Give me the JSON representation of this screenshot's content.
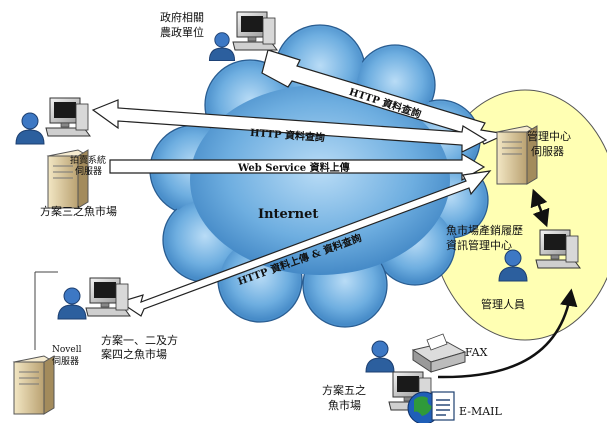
{
  "cloud_label": "Internet",
  "nodes": {
    "gov": {
      "line1": "政府相關",
      "line2": "農政單位"
    },
    "fish_market_3": {
      "label": "方案三之魚市場",
      "server_line1": "拍賣系統",
      "server_line2": "伺服器"
    },
    "fish_market_124": {
      "line1": "方案一、二及方",
      "line2": "案四之魚市場",
      "server_line1": "Novell",
      "server_line2": "伺服器"
    },
    "center": {
      "server_line1": "管理中心",
      "server_line2": "伺服器",
      "name_line1": "魚市場產銷履歷",
      "name_line2": "資訊管理中心",
      "admin": "管理人員"
    },
    "fish_market_5": {
      "line1": "方案五之",
      "line2": "魚市場",
      "fax": "FAX",
      "email": "E-MAIL"
    }
  },
  "links": {
    "gov_http_query": "HTTP 資料查詢",
    "m3_http_query": "HTTP 資料查詢",
    "m3_webservice_upload": "Web Service 資料上傳",
    "m124_http_upload_query": "HTTP 資料上傳 & 資料查詢"
  },
  "colors": {
    "cloud": "#5a9fd4",
    "ellipse": "#ffffb3",
    "arrow_fill": "#ffffff",
    "arrow_stroke": "#222222",
    "person": "#2c5f9e",
    "server": "#e8d8b0"
  }
}
